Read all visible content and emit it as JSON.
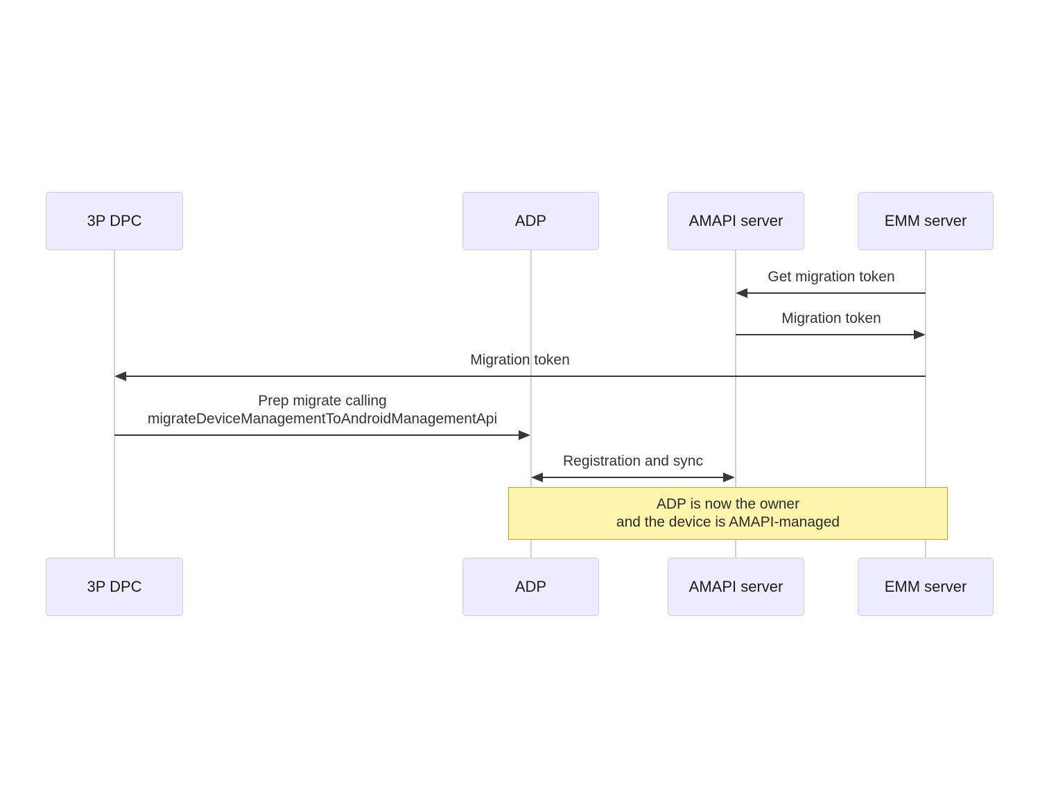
{
  "diagram": {
    "type": "sequence-diagram",
    "actors": [
      {
        "id": "3p-dpc",
        "label": "3P DPC"
      },
      {
        "id": "adp",
        "label": "ADP"
      },
      {
        "id": "amapi-server",
        "label": "AMAPI server"
      },
      {
        "id": "emm-server",
        "label": "EMM server"
      }
    ],
    "messages": [
      {
        "from": "EMM server",
        "to": "AMAPI server",
        "direction": "left",
        "text": "Get migration token"
      },
      {
        "from": "AMAPI server",
        "to": "EMM server",
        "direction": "right",
        "text": "Migration token"
      },
      {
        "from": "EMM server",
        "to": "3P DPC",
        "direction": "left",
        "text": "Migration token"
      },
      {
        "from": "3P DPC",
        "to": "ADP",
        "direction": "right",
        "text": "Prep migrate calling\nmigrateDeviceManagementToAndroidManagementApi"
      },
      {
        "from": "ADP",
        "to": "AMAPI server",
        "direction": "both",
        "text": "Registration and sync"
      }
    ],
    "note": {
      "over": "ADP, EMM server",
      "text": "ADP is now the owner\nand the device is AMAPI-managed"
    },
    "colors": {
      "actor_fill": "#ECECFF",
      "actor_border": "#CFC5F0",
      "lifeline": "#D4CDF0",
      "arrow": "#383838",
      "message_text": "#333333",
      "note_fill": "#FFF5AD",
      "note_border": "#AAAA33"
    }
  }
}
